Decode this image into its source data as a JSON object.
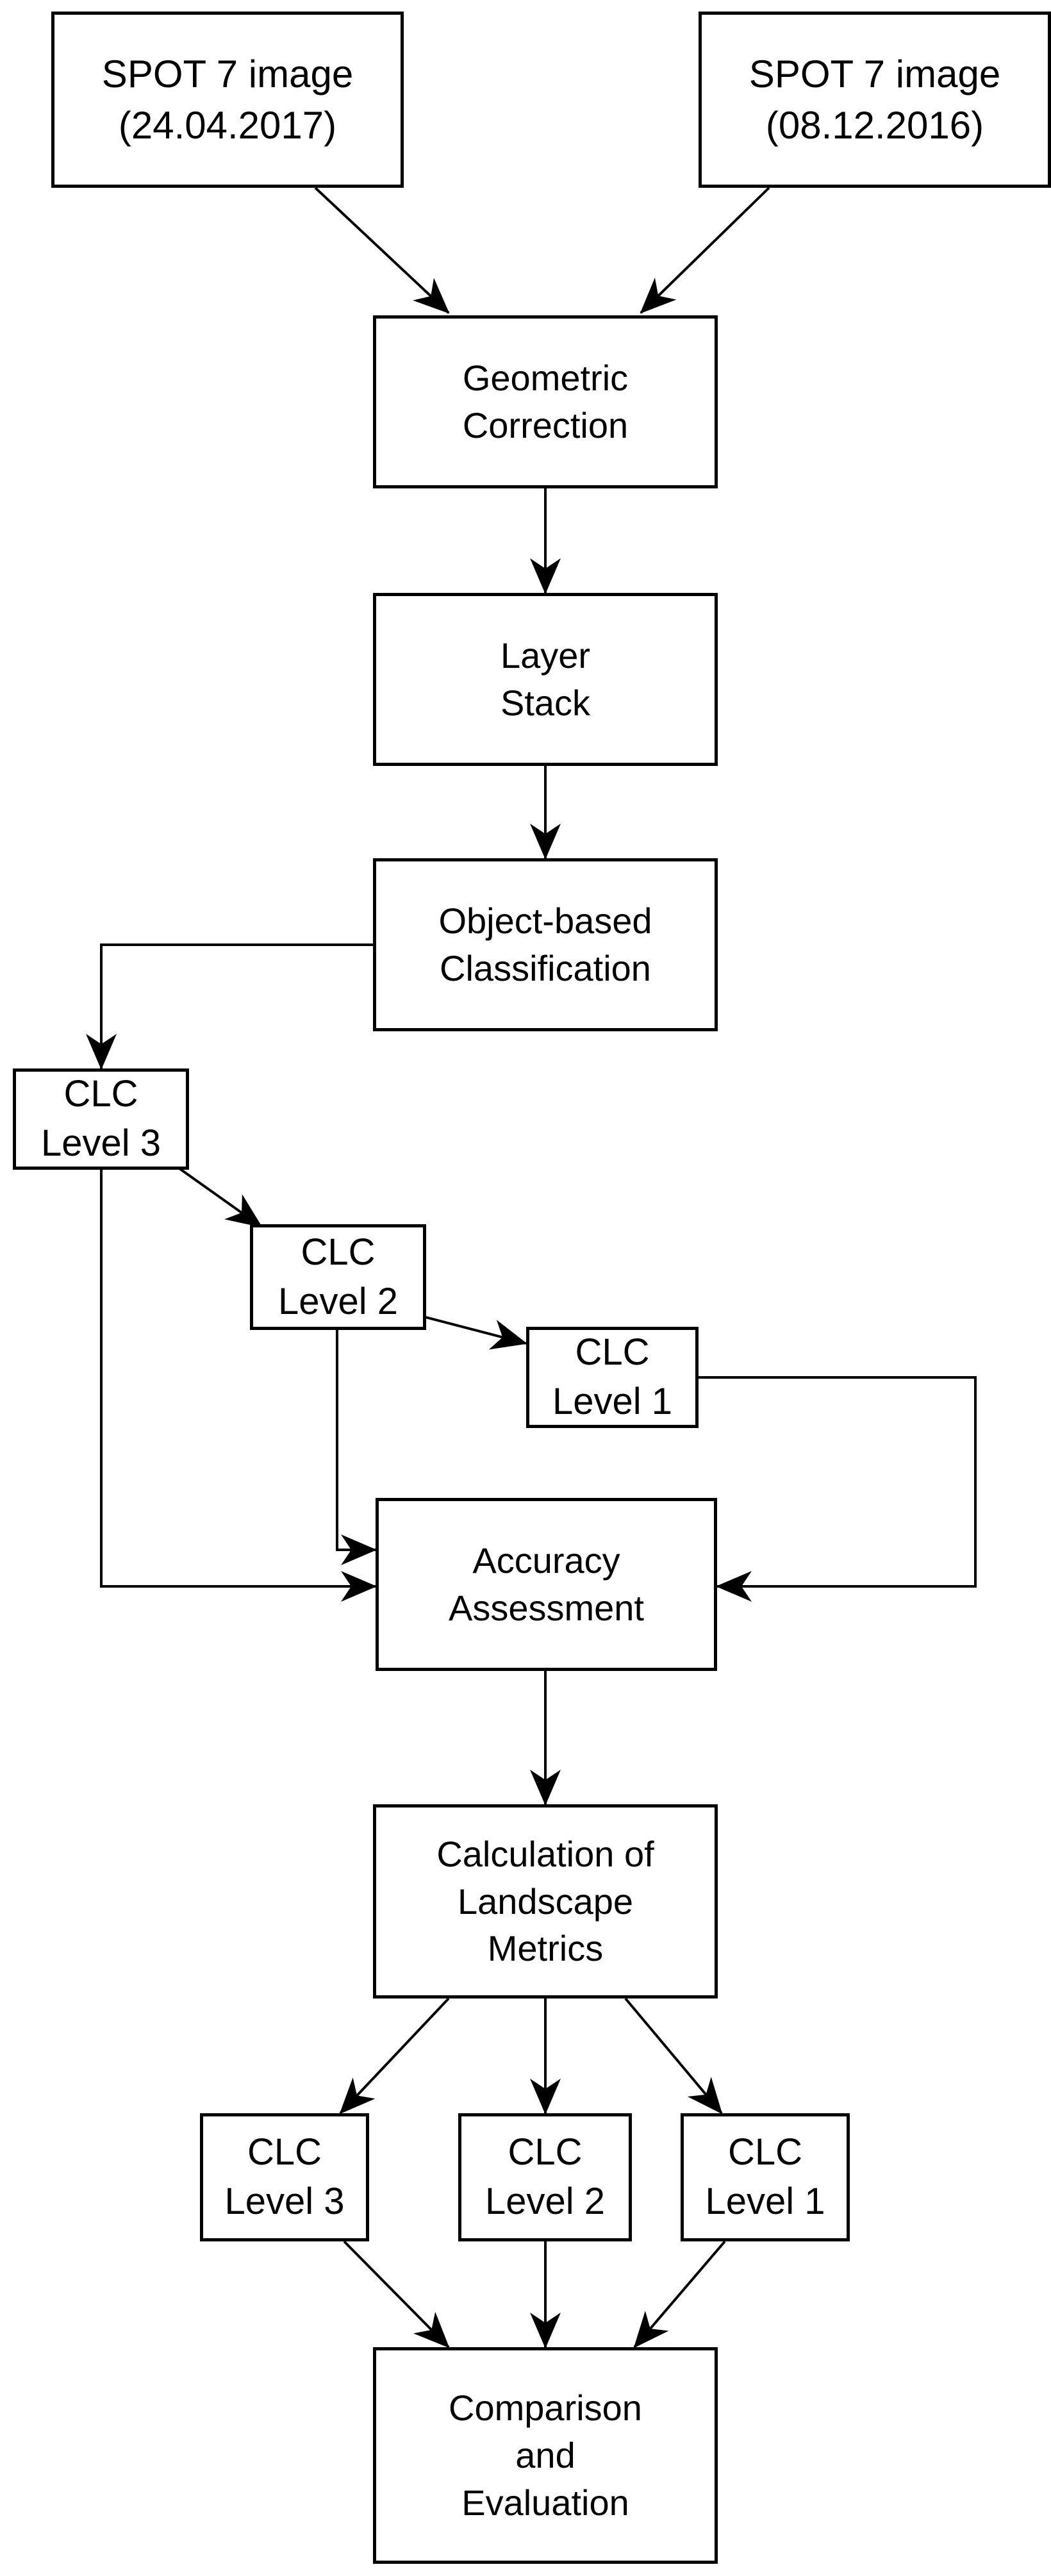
{
  "nodes": {
    "spot_2017": [
      "SPOT 7 image",
      "(24.04.2017)"
    ],
    "spot_2016": [
      "SPOT 7 image",
      "(08.12.2016)"
    ],
    "geometric_correction": [
      "Geometric",
      "Correction"
    ],
    "layer_stack": [
      "Layer",
      "Stack"
    ],
    "object_classification": [
      "Object-based",
      "Classification"
    ],
    "clc_l3_a": [
      "CLC",
      "Level 3"
    ],
    "clc_l2_a": [
      "CLC",
      "Level 2"
    ],
    "clc_l1_a": [
      "CLC",
      "Level 1"
    ],
    "accuracy_assessment": [
      "Accuracy",
      "Assessment"
    ],
    "landscape_metrics": [
      "Calculation of",
      "Landscape",
      "Metrics"
    ],
    "clc_l3_b": [
      "CLC",
      "Level 3"
    ],
    "clc_l2_b": [
      "CLC",
      "Level 2"
    ],
    "clc_l1_b": [
      "CLC",
      "Level 1"
    ],
    "comparison": [
      "Comparison",
      "and",
      "Evaluation"
    ]
  }
}
